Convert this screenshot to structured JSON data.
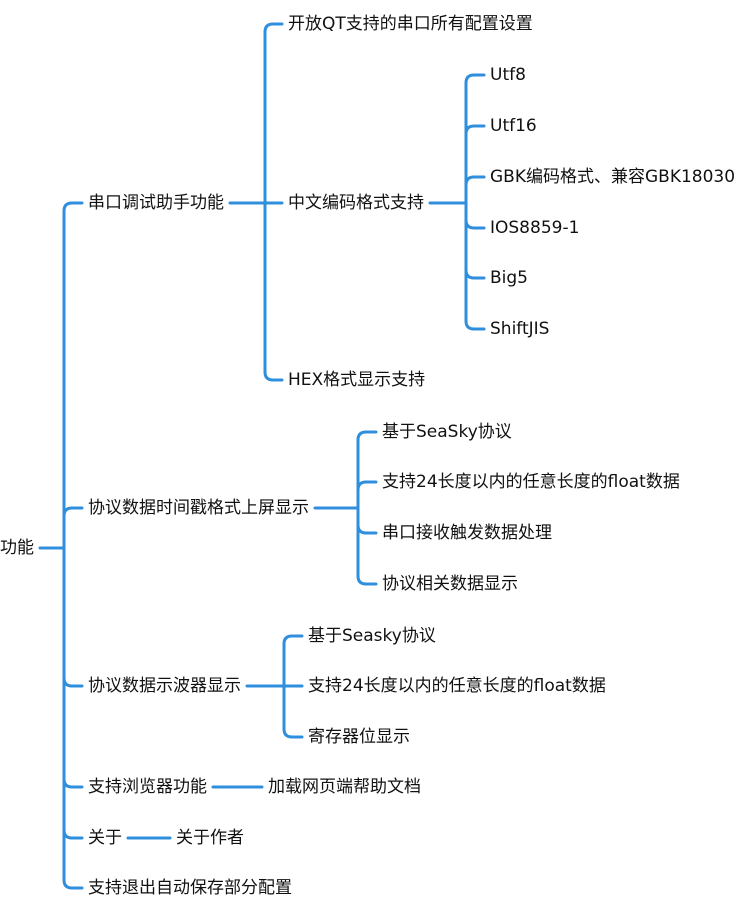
{
  "mindmap": {
    "root": {
      "label": "功能",
      "children": [
        {
          "label": "串口调试助手功能",
          "children": [
            {
              "label": "开放QT支持的串口所有配置设置"
            },
            {
              "label": "中文编码格式支持",
              "children": [
                {
                  "label": "Utf8"
                },
                {
                  "label": "Utf16"
                },
                {
                  "label": "GBK编码格式、兼容GBK18030"
                },
                {
                  "label": "IOS8859-1"
                },
                {
                  "label": "Big5"
                },
                {
                  "label": "ShiftJIS"
                }
              ]
            },
            {
              "label": "HEX格式显示支持"
            }
          ]
        },
        {
          "label": "协议数据时间戳格式上屏显示",
          "children": [
            {
              "label": "基于SeaSky协议"
            },
            {
              "label": "支持24长度以内的任意长度的float数据"
            },
            {
              "label": "串口接收触发数据处理"
            },
            {
              "label": "协议相关数据显示"
            }
          ]
        },
        {
          "label": "协议数据示波器显示",
          "children": [
            {
              "label": "基于Seasky协议"
            },
            {
              "label": "支持24长度以内的任意长度的float数据"
            },
            {
              "label": "寄存器位显示"
            }
          ]
        },
        {
          "label": "支持浏览器功能",
          "children": [
            {
              "label": "加载网页端帮助文档"
            }
          ]
        },
        {
          "label": "关于",
          "children": [
            {
              "label": "关于作者"
            }
          ]
        },
        {
          "label": "支持退出自动保存部分配置"
        }
      ]
    }
  }
}
